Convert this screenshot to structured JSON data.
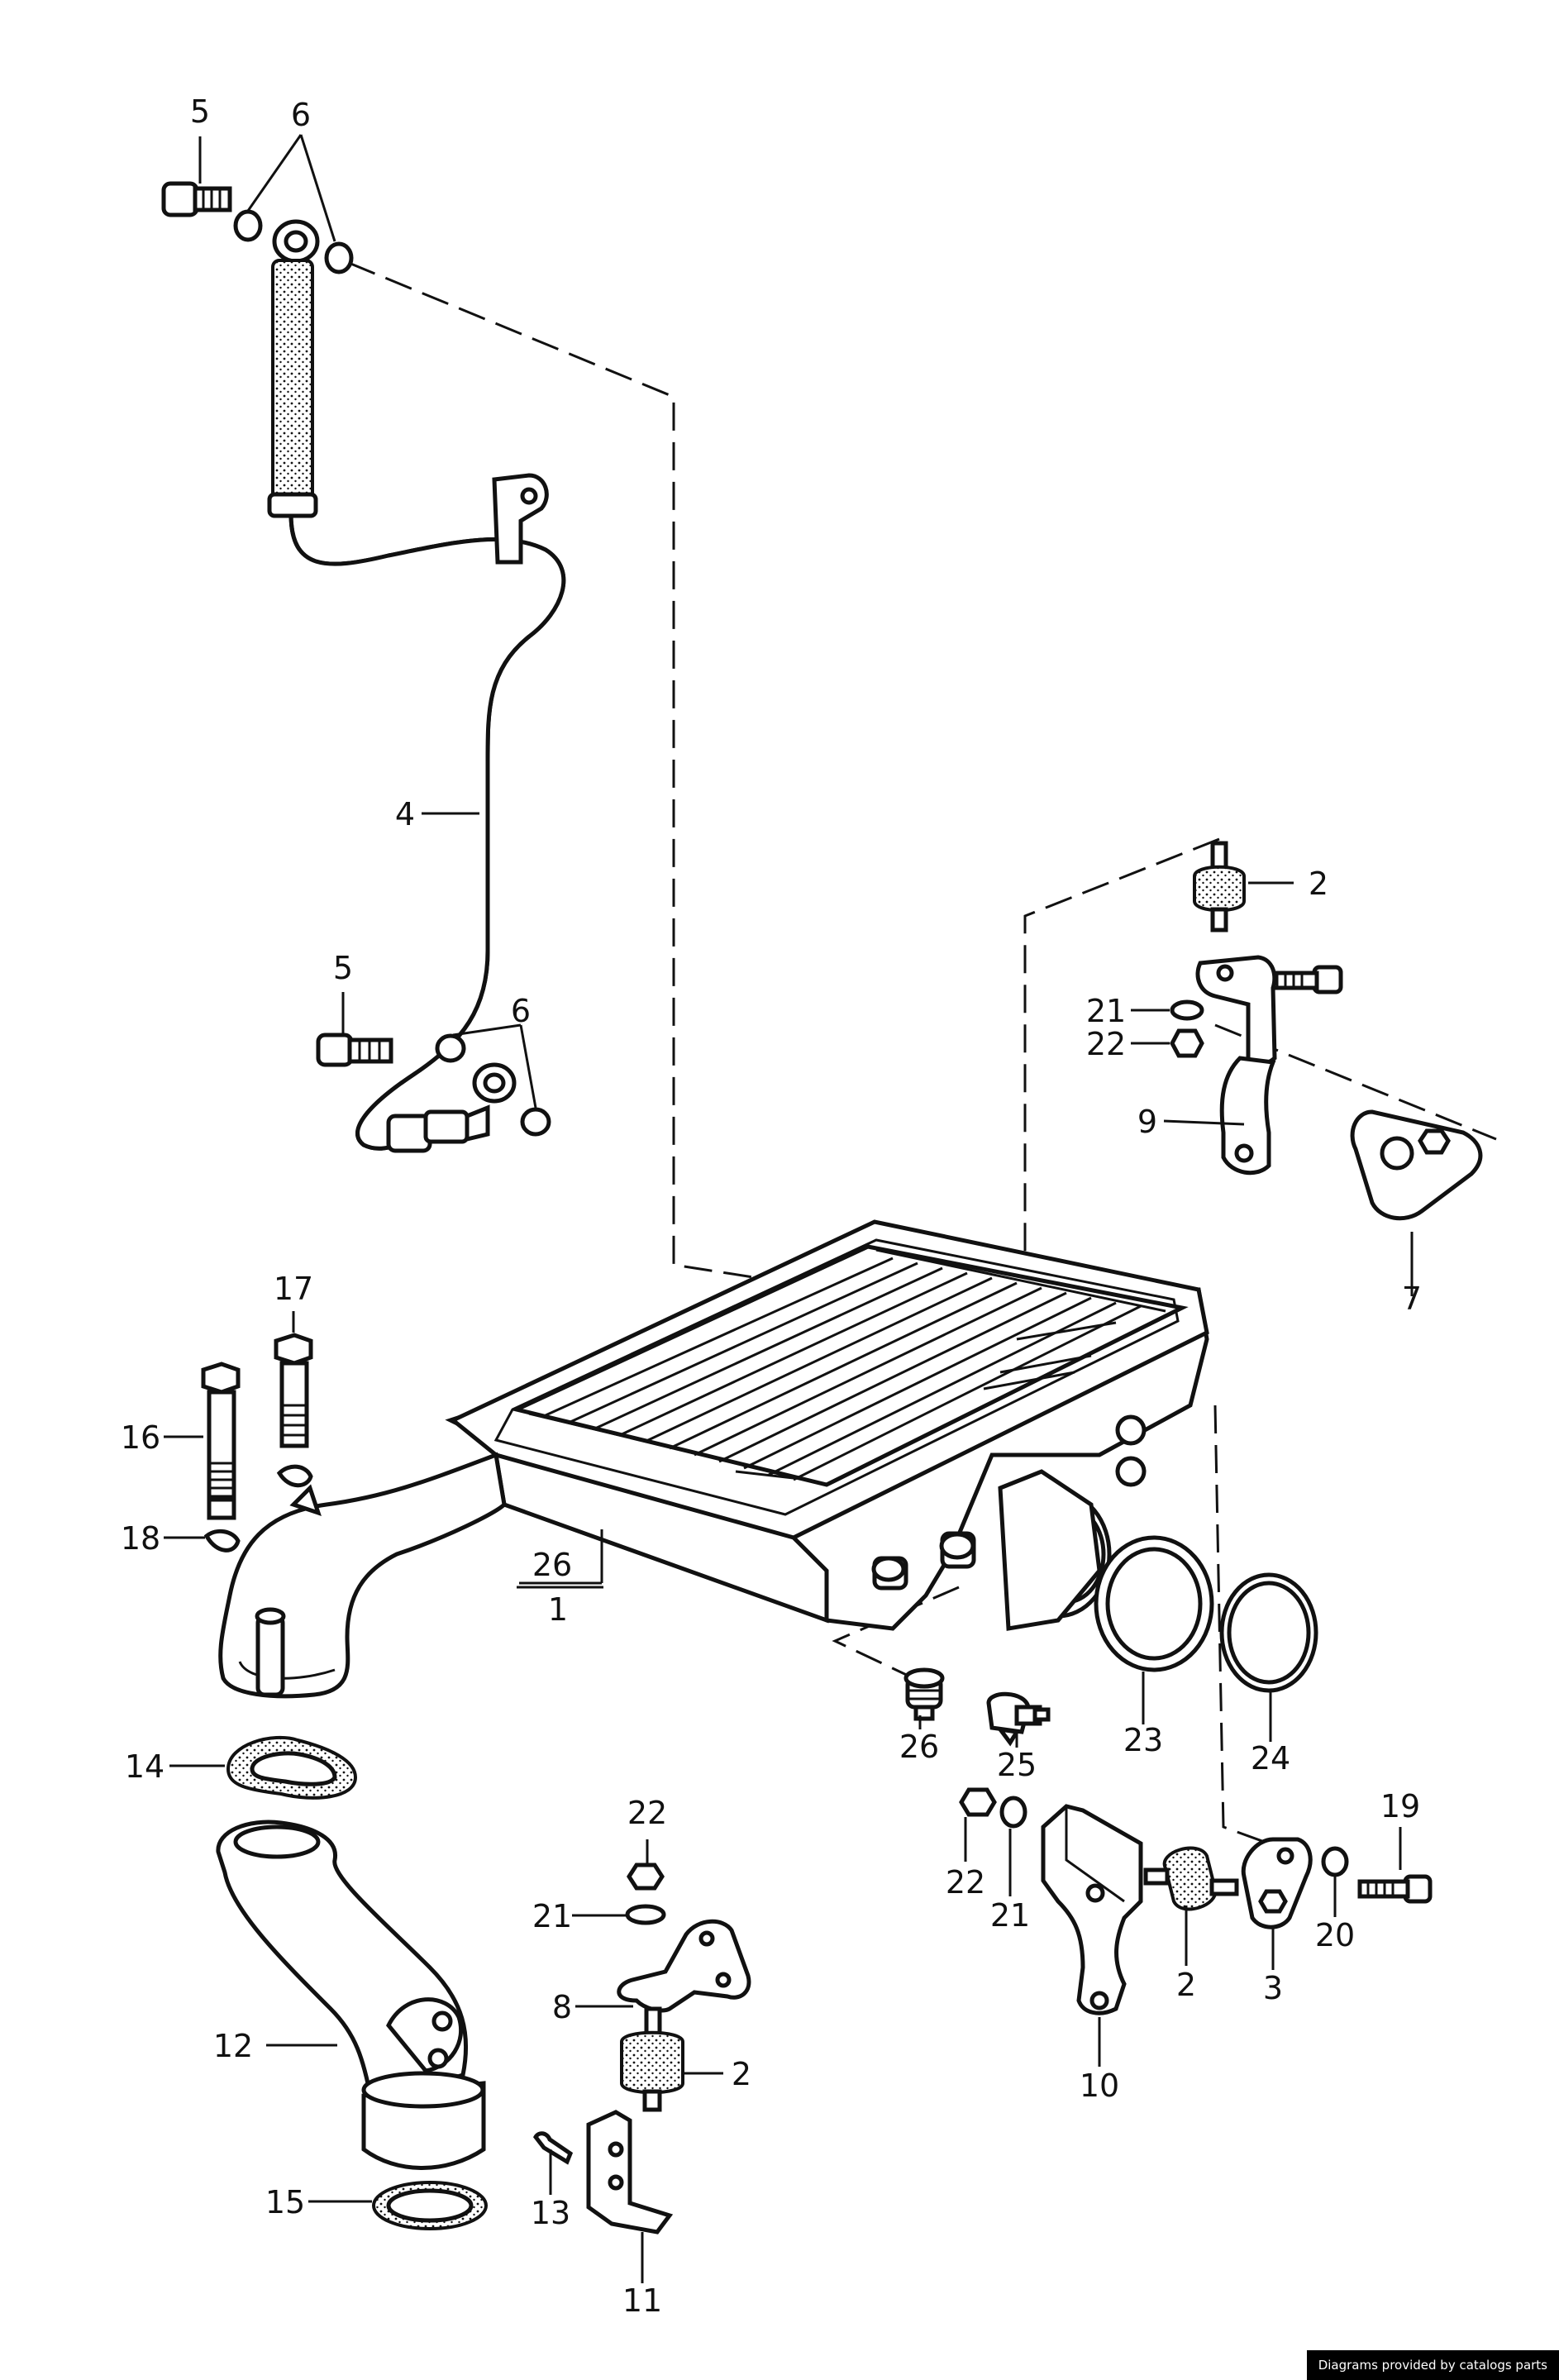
{
  "credit": "Diagrams provided by catalogs parts",
  "callouts": [
    {
      "id": "c5a",
      "text": "5"
    },
    {
      "id": "c6a",
      "text": "6"
    },
    {
      "id": "c4",
      "text": "4"
    },
    {
      "id": "c5b",
      "text": "5"
    },
    {
      "id": "c6b",
      "text": "6"
    },
    {
      "id": "c2a",
      "text": "2"
    },
    {
      "id": "c21a",
      "text": "21"
    },
    {
      "id": "c22a",
      "text": "22"
    },
    {
      "id": "c9",
      "text": "9"
    },
    {
      "id": "c7",
      "text": "7"
    },
    {
      "id": "c17",
      "text": "17"
    },
    {
      "id": "c16",
      "text": "16"
    },
    {
      "id": "c18",
      "text": "18"
    },
    {
      "id": "c26a",
      "text": "26"
    },
    {
      "id": "c1",
      "text": "1"
    },
    {
      "id": "c23",
      "text": "23"
    },
    {
      "id": "c24",
      "text": "24"
    },
    {
      "id": "c26b",
      "text": "26"
    },
    {
      "id": "c25",
      "text": "25"
    },
    {
      "id": "c14",
      "text": "14"
    },
    {
      "id": "c22b",
      "text": "22"
    },
    {
      "id": "c21b",
      "text": "21"
    },
    {
      "id": "c8",
      "text": "8"
    },
    {
      "id": "c2b",
      "text": "2"
    },
    {
      "id": "c12",
      "text": "12"
    },
    {
      "id": "c15",
      "text": "15"
    },
    {
      "id": "c13",
      "text": "13"
    },
    {
      "id": "c11",
      "text": "11"
    },
    {
      "id": "c22c",
      "text": "22"
    },
    {
      "id": "c21c",
      "text": "21"
    },
    {
      "id": "c2c",
      "text": "2"
    },
    {
      "id": "c10",
      "text": "10"
    },
    {
      "id": "c3",
      "text": "3"
    },
    {
      "id": "c20",
      "text": "20"
    },
    {
      "id": "c19",
      "text": "19"
    }
  ]
}
